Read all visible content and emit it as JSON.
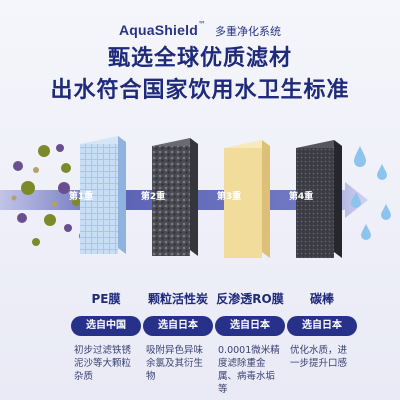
{
  "header": {
    "brand": "AquaShield",
    "trademark": "™",
    "series": "多重净化系统"
  },
  "headline": {
    "line1": "甄选全球优质滤材",
    "line2": "出水符合国家饮用水卫生标准"
  },
  "colors": {
    "accent": "#28318a",
    "arrow": "#5a62b8",
    "pe_block": "#a8c6ea",
    "carbon_block": "#4a4b52",
    "ro_block": "#f2dc9c",
    "rod_block": "#3b3c44",
    "contaminant_green": "#7c8a2a",
    "contaminant_purple": "#6a4f8f",
    "water_drop": "#8cc4ee"
  },
  "stages": [
    {
      "label": "第1重",
      "material": "PE膜",
      "origin": "选自中国",
      "description": "初步过滤铁锈泥沙等大颗粒杂质",
      "icon": "pe-membrane-icon"
    },
    {
      "label": "第2重",
      "material": "颗粒活性炭",
      "origin": "选自日本",
      "description": "吸附异色异味余氯及其衍生物",
      "icon": "activated-carbon-icon"
    },
    {
      "label": "第3重",
      "material": "反渗透RO膜",
      "origin": "选自日本",
      "description": "0.0001微米精度滤除重金属、病毒水垢等",
      "icon": "ro-membrane-icon"
    },
    {
      "label": "第4重",
      "material": "碳棒",
      "origin": "选自日本",
      "description": "优化水质，进一步提升口感",
      "icon": "carbon-rod-icon"
    }
  ]
}
